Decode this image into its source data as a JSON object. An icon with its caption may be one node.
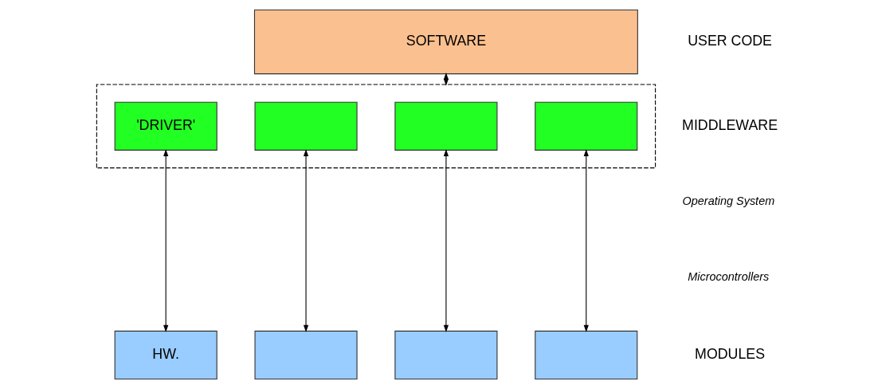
{
  "diagram": {
    "nodes": [
      {
        "text": [
          "SOFTWARE"
        ]
      },
      {
        "text": [],
        "shape": "box"
      },
      {
        "text": [
          "'DRIVER'"
        ],
        "in": 1
      },
      {
        "text": [],
        "shape": "box",
        "in": 1
      },
      {
        "text": [],
        "shape": "box",
        "in": 1
      },
      {
        "text": [],
        "shape": "box",
        "in": 1
      },
      {
        "text": [
          "HW."
        ]
      },
      {
        "text": [],
        "shape": "box"
      },
      {
        "text": [],
        "shape": "box"
      },
      {
        "text": [],
        "shape": "box"
      }
    ],
    "edges": [
      {
        "from": 0,
        "to": 1,
        "arrow": "both"
      },
      {
        "from": 2,
        "to": 6,
        "arrow": "both"
      },
      {
        "from": 3,
        "to": 7,
        "arrow": "both"
      },
      {
        "from": 4,
        "to": 8,
        "arrow": "both"
      },
      {
        "from": 5,
        "to": 9,
        "arrow": "both"
      }
    ],
    "labels": [
      "USER CODE",
      "MIDDLEWARE",
      "Operating System",
      "Microcontrollers",
      "MODULES"
    ]
  }
}
